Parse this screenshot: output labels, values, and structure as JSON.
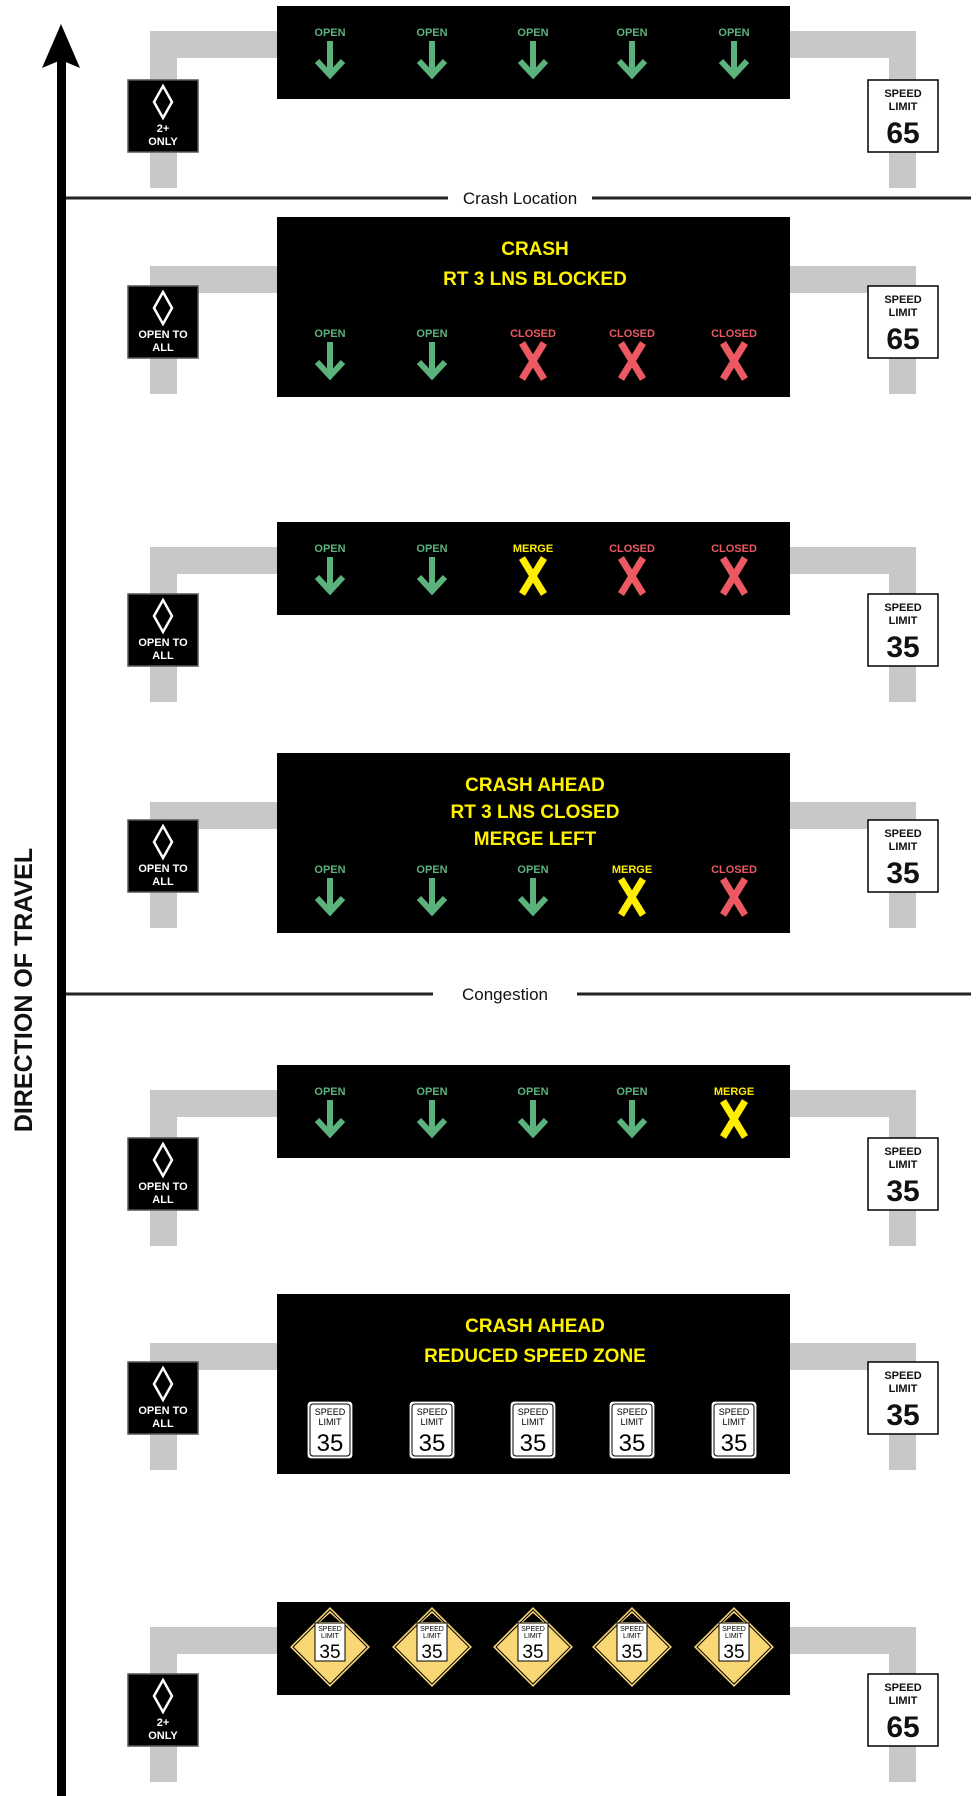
{
  "direction_label": "DIRECTION OF TRAVEL",
  "dividers": [
    {
      "label": "Crash Location"
    },
    {
      "label": "Congestion"
    }
  ],
  "sign_text": {
    "speed": "SPEED",
    "limit": "LIMIT",
    "open_line1": "OPEN TO",
    "open_line2": "ALL",
    "hov_line1": "2+",
    "hov_line2": "ONLY"
  },
  "colors": {
    "open": "#5cb27c",
    "closed": "#ec5962",
    "merge": "#ffee00",
    "message": "#fff200",
    "structure": "#c8c8c8",
    "board": "#000000",
    "warning_sign": "#f9d774"
  },
  "gantries": [
    {
      "name": "gantry-1",
      "message": [],
      "hov_sign": "hov",
      "speed_limit": "65",
      "lanes": [
        {
          "label": "OPEN",
          "icon": "down-arrow"
        },
        {
          "label": "OPEN",
          "icon": "down-arrow"
        },
        {
          "label": "OPEN",
          "icon": "down-arrow"
        },
        {
          "label": "OPEN",
          "icon": "down-arrow"
        },
        {
          "label": "OPEN",
          "icon": "down-arrow"
        }
      ]
    },
    {
      "name": "gantry-2",
      "message": [
        "CRASH",
        "RT 3 LNS BLOCKED"
      ],
      "hov_sign": "open",
      "speed_limit": "65",
      "lanes": [
        {
          "label": "OPEN",
          "icon": "down-arrow"
        },
        {
          "label": "OPEN",
          "icon": "down-arrow"
        },
        {
          "label": "CLOSED",
          "icon": "closed-x"
        },
        {
          "label": "CLOSED",
          "icon": "closed-x"
        },
        {
          "label": "CLOSED",
          "icon": "closed-x"
        }
      ]
    },
    {
      "name": "gantry-3",
      "message": [],
      "hov_sign": "open",
      "speed_limit": "35",
      "lanes": [
        {
          "label": "OPEN",
          "icon": "down-arrow"
        },
        {
          "label": "OPEN",
          "icon": "down-arrow"
        },
        {
          "label": "MERGE",
          "icon": "merge-x"
        },
        {
          "label": "CLOSED",
          "icon": "closed-x"
        },
        {
          "label": "CLOSED",
          "icon": "closed-x"
        }
      ]
    },
    {
      "name": "gantry-4",
      "message": [
        "CRASH AHEAD",
        "RT 3 LNS CLOSED",
        "MERGE LEFT"
      ],
      "hov_sign": "open",
      "speed_limit": "35",
      "lanes": [
        {
          "label": "OPEN",
          "icon": "down-arrow"
        },
        {
          "label": "OPEN",
          "icon": "down-arrow"
        },
        {
          "label": "OPEN",
          "icon": "down-arrow"
        },
        {
          "label": "MERGE",
          "icon": "merge-x"
        },
        {
          "label": "CLOSED",
          "icon": "closed-x"
        }
      ]
    },
    {
      "name": "gantry-5",
      "message": [],
      "hov_sign": "open",
      "speed_limit": "35",
      "lanes": [
        {
          "label": "OPEN",
          "icon": "down-arrow"
        },
        {
          "label": "OPEN",
          "icon": "down-arrow"
        },
        {
          "label": "OPEN",
          "icon": "down-arrow"
        },
        {
          "label": "OPEN",
          "icon": "down-arrow"
        },
        {
          "label": "MERGE",
          "icon": "merge-x"
        }
      ]
    },
    {
      "name": "gantry-6",
      "message": [
        "CRASH AHEAD",
        "REDUCED SPEED ZONE"
      ],
      "hov_sign": "open",
      "speed_limit": "35",
      "lanes": [
        {
          "label": "35",
          "icon": "speed-limit-sign"
        },
        {
          "label": "35",
          "icon": "speed-limit-sign"
        },
        {
          "label": "35",
          "icon": "speed-limit-sign"
        },
        {
          "label": "35",
          "icon": "speed-limit-sign"
        },
        {
          "label": "35",
          "icon": "speed-limit-sign"
        }
      ]
    },
    {
      "name": "gantry-7",
      "message": [],
      "hov_sign": "hov",
      "speed_limit": "65",
      "lanes": [
        {
          "label": "35",
          "icon": "speed-ahead-sign"
        },
        {
          "label": "35",
          "icon": "speed-ahead-sign"
        },
        {
          "label": "35",
          "icon": "speed-ahead-sign"
        },
        {
          "label": "35",
          "icon": "speed-ahead-sign"
        },
        {
          "label": "35",
          "icon": "speed-ahead-sign"
        }
      ]
    }
  ]
}
